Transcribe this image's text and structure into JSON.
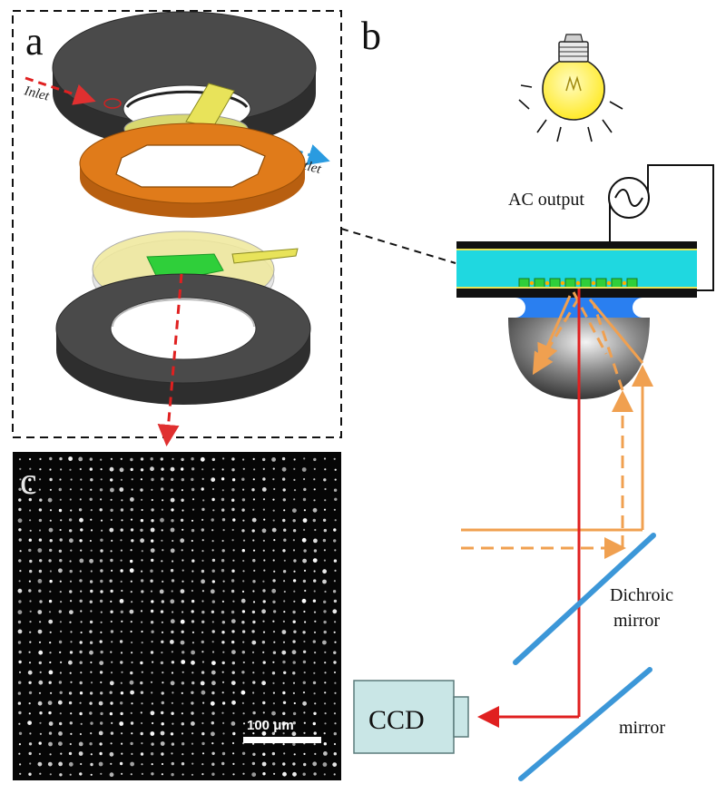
{
  "panels": {
    "a": "a",
    "b": "b",
    "c": "c"
  },
  "panel_a": {
    "inlet_label": "Inlet",
    "outlet_label": "Outlet"
  },
  "panel_b": {
    "ac_output_label": "AC output",
    "dichroic_label_line1": "Dichroic",
    "dichroic_label_line2": "mirror",
    "mirror_label": "mirror",
    "ccd_label": "CCD"
  },
  "panel_c": {
    "scale_bar_label": "100 μm"
  },
  "colors": {
    "frame_dash": "#111111",
    "dark_ring": "#4a4a4a",
    "orange_spacer": "#e07b1a",
    "yellow_electrode": "#e8e35a",
    "green_array": "#2fcf3a",
    "cyan_chamber": "#1fd8e0",
    "blue_droplet": "#2a7ff0",
    "excitation_orange": "#f0a050",
    "emission_red": "#e02020",
    "mirror_blue": "#3c97d8",
    "ccd_box": "#c9e6e6",
    "bulb_yellow": "#ffee44"
  }
}
